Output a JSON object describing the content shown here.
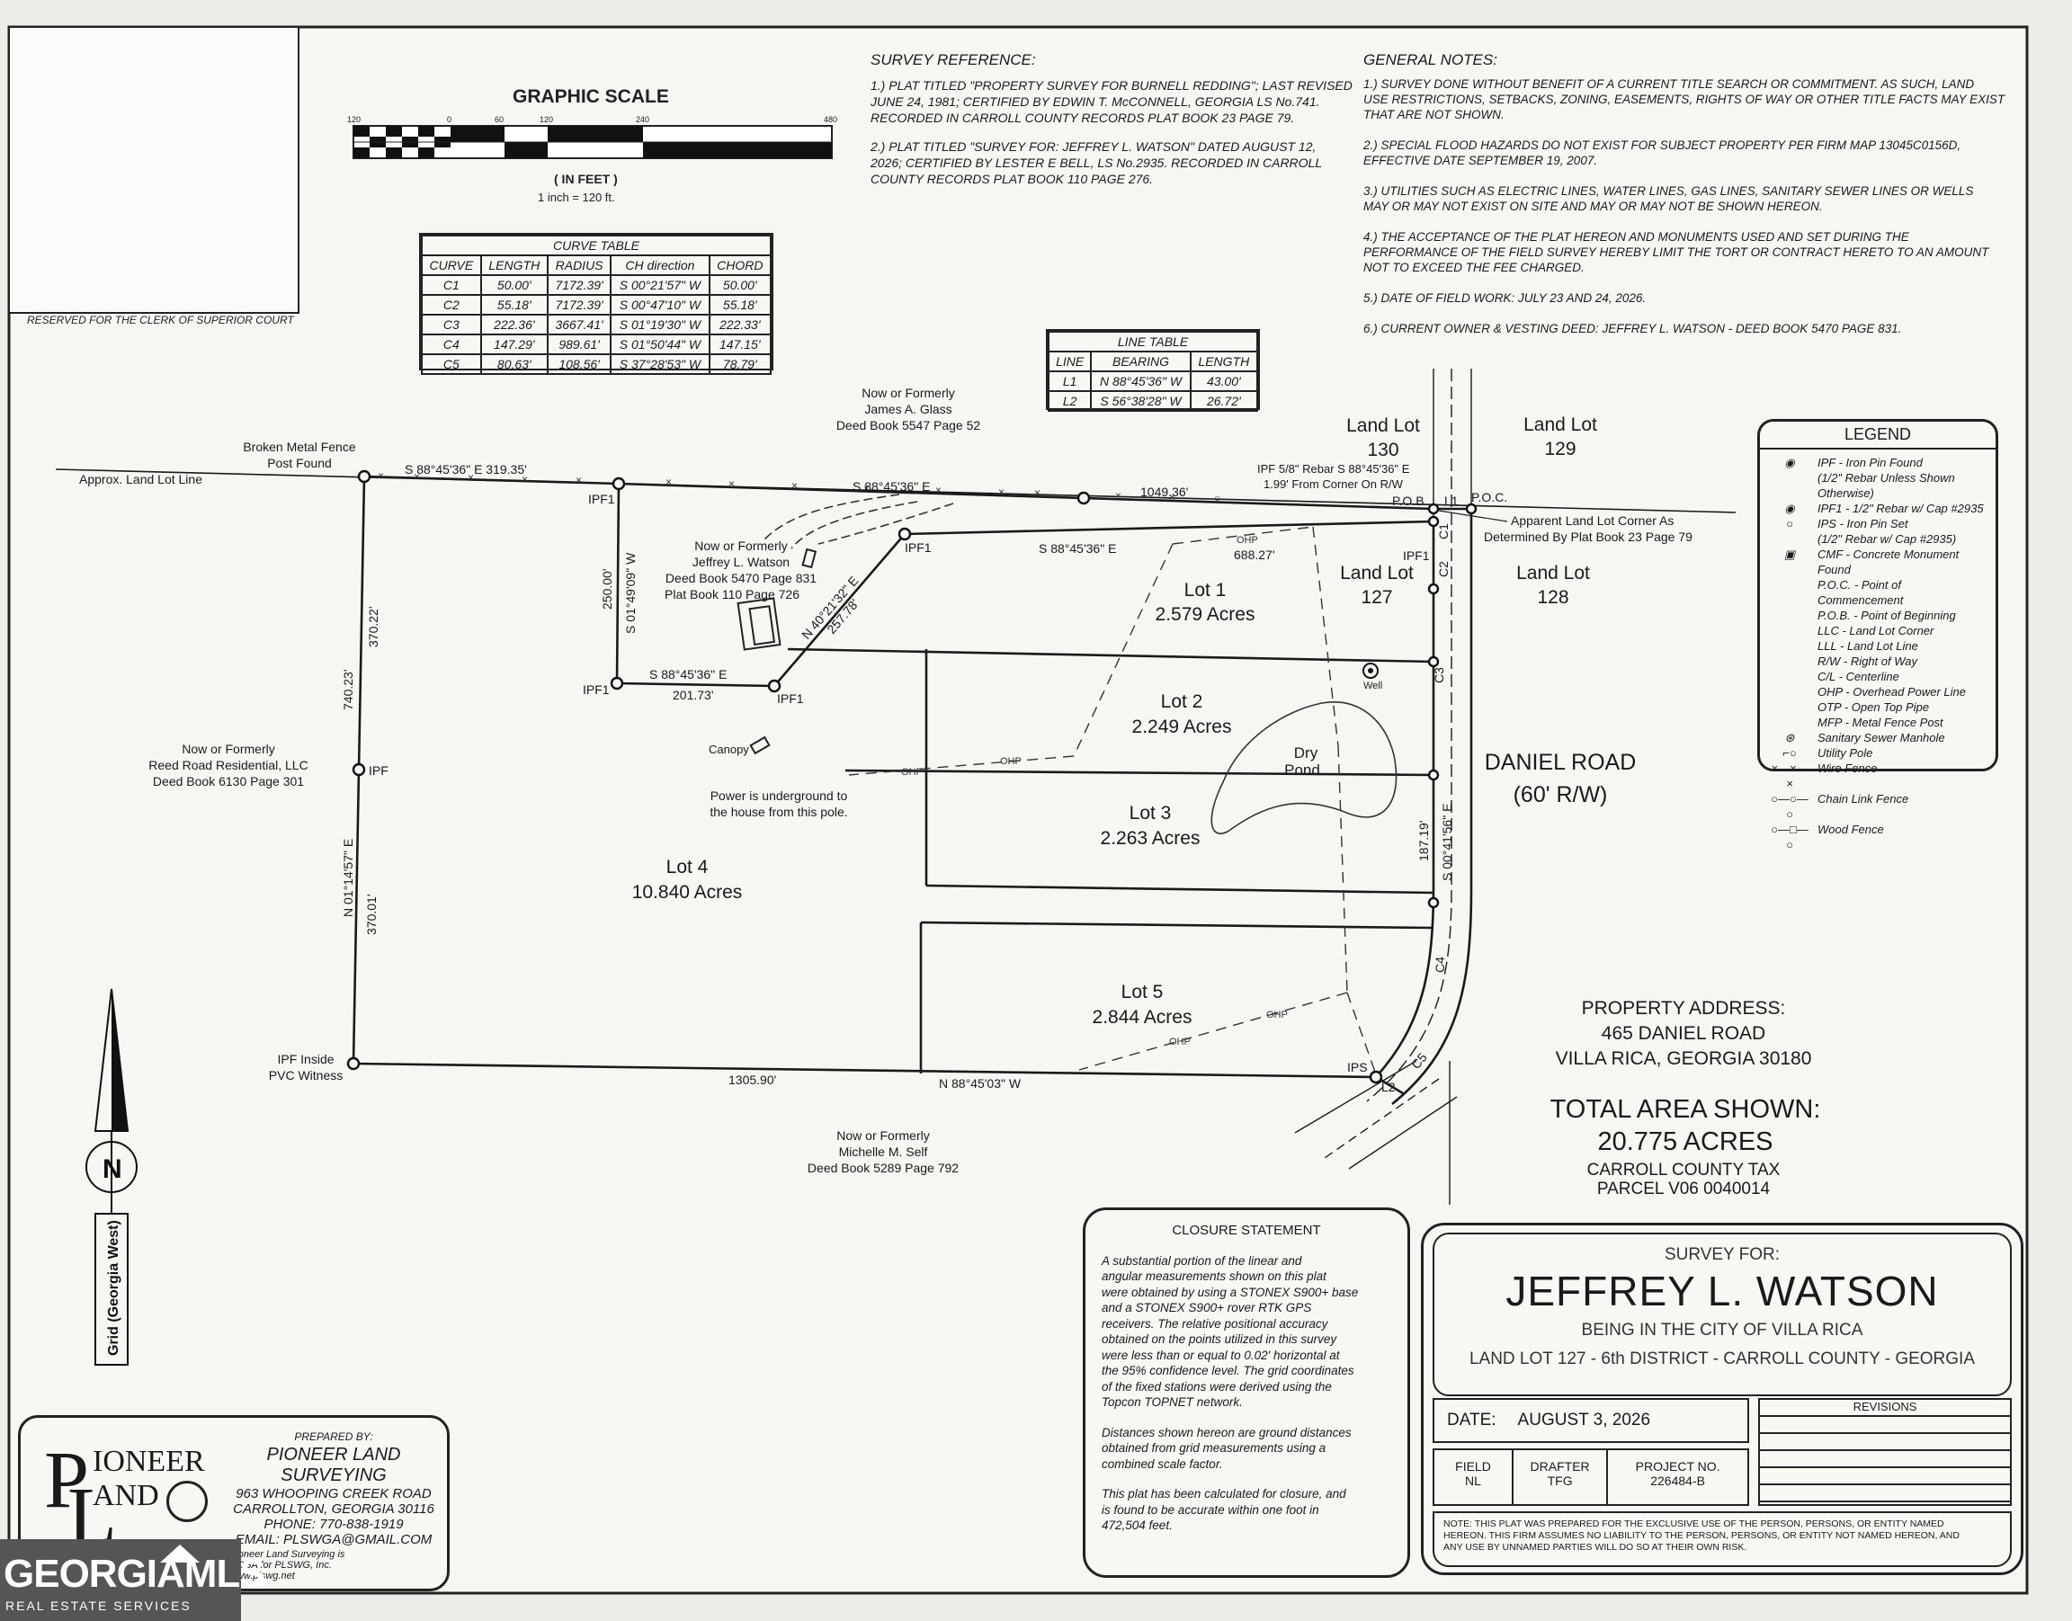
{
  "clerk_box": {
    "label": "RESERVED FOR THE CLERK OF SUPERIOR COURT"
  },
  "graphic_scale": {
    "title": "GRAPHIC SCALE",
    "ticks": [
      "120",
      "0",
      "60",
      "120",
      "240",
      "480"
    ],
    "units": "( IN FEET )",
    "ratio": "1 inch = 120 ft."
  },
  "curve_table": {
    "title": "CURVE TABLE",
    "headers": [
      "CURVE",
      "LENGTH",
      "RADIUS",
      "CH direction",
      "CHORD"
    ],
    "rows": [
      [
        "C1",
        "50.00'",
        "7172.39'",
        "S 00°21'57\" W",
        "50.00'"
      ],
      [
        "C2",
        "55.18'",
        "7172.39'",
        "S 00°47'10\" W",
        "55.18'"
      ],
      [
        "C3",
        "222.36'",
        "3667.41'",
        "S 01°19'30\" W",
        "222.33'"
      ],
      [
        "C4",
        "147.29'",
        "989.61'",
        "S 01°50'44\" W",
        "147.15'"
      ],
      [
        "C5",
        "80.63'",
        "108.56'",
        "S 37°28'53\" W",
        "78.79'"
      ]
    ]
  },
  "line_table": {
    "title": "LINE TABLE",
    "headers": [
      "LINE",
      "BEARING",
      "LENGTH"
    ],
    "rows": [
      [
        "L1",
        "N 88°45'36\" W",
        "43.00'"
      ],
      [
        "L2",
        "S 56°38'28\" W",
        "26.72'"
      ]
    ]
  },
  "survey_reference": {
    "title": "SURVEY REFERENCE:",
    "items": [
      [
        "1.) PLAT TITLED \"PROPERTY SURVEY FOR BURNELL REDDING\"; LAST REVISED",
        "JUNE 24, 1981; CERTIFIED BY EDWIN T. McCONNELL, GEORGIA LS No.741.",
        "RECORDED IN CARROLL COUNTY RECORDS PLAT BOOK 23 PAGE 79."
      ],
      [
        "2.) PLAT TITLED \"SURVEY FOR: JEFFREY L. WATSON\" DATED AUGUST 12,",
        "2026; CERTIFIED BY LESTER E BELL, LS No.2935. RECORDED IN CARROLL",
        "COUNTY RECORDS PLAT BOOK 110 PAGE 276."
      ]
    ]
  },
  "general_notes": {
    "title": "GENERAL NOTES:",
    "items": [
      [
        "1.) SURVEY DONE WITHOUT BENEFIT OF A CURRENT TITLE SEARCH OR COMMITMENT. AS SUCH, LAND",
        "USE RESTRICTIONS, SETBACKS, ZONING, EASEMENTS, RIGHTS OF WAY OR OTHER TITLE FACTS MAY EXIST",
        "THAT ARE NOT SHOWN."
      ],
      [
        "2.) SPECIAL FLOOD HAZARDS DO NOT EXIST FOR SUBJECT PROPERTY PER FIRM MAP 13045C0156D,",
        "EFFECTIVE DATE SEPTEMBER 19, 2007."
      ],
      [
        "3.) UTILITIES SUCH AS ELECTRIC LINES, WATER LINES, GAS LINES, SANITARY SEWER LINES OR WELLS",
        "MAY OR MAY NOT EXIST ON SITE AND MAY OR MAY NOT BE SHOWN HEREON."
      ],
      [
        "4.) THE ACCEPTANCE OF THE PLAT HEREON AND MONUMENTS USED AND SET DURING THE",
        "PERFORMANCE OF THE FIELD SURVEY HEREBY LIMIT THE TORT OR CONTRACT HERETO TO AN AMOUNT",
        "NOT TO EXCEED THE FEE CHARGED."
      ],
      [
        "5.) DATE OF FIELD WORK: JULY 23 AND 24, 2026."
      ],
      [
        "6.) CURRENT OWNER & VESTING DEED: JEFFREY L. WATSON - DEED BOOK 5470 PAGE 831."
      ]
    ]
  },
  "legend": {
    "title": "LEGEND",
    "items": [
      {
        "sym": "◉",
        "text": "IPF - Iron Pin Found"
      },
      {
        "sym": "",
        "text": "(1/2\" Rebar Unless Shown Otherwise)"
      },
      {
        "sym": "◉",
        "text": "IPF1 - 1/2\" Rebar w/ Cap #2935"
      },
      {
        "sym": "○",
        "text": "IPS - Iron Pin Set"
      },
      {
        "sym": "",
        "text": "(1/2\" Rebar w/ Cap #2935)"
      },
      {
        "sym": "▣",
        "text": "CMF - Concrete Monument Found"
      },
      {
        "sym": "",
        "text": "P.O.C. - Point of Commencement"
      },
      {
        "sym": "",
        "text": "P.O.B. - Point of Beginning"
      },
      {
        "sym": "",
        "text": "LLC - Land Lot Corner"
      },
      {
        "sym": "",
        "text": "LLL - Land Lot Line"
      },
      {
        "sym": "",
        "text": "R/W - Right of Way"
      },
      {
        "sym": "",
        "text": "C/L - Centerline"
      },
      {
        "sym": "",
        "text": "OHP - Overhead Power Line"
      },
      {
        "sym": "",
        "text": "OTP - Open Top Pipe"
      },
      {
        "sym": "",
        "text": "MFP - Metal Fence Post"
      },
      {
        "sym": "⊛",
        "text": "Sanitary Sewer Manhole"
      },
      {
        "sym": "⌐○",
        "text": "Utility Pole"
      },
      {
        "sym": "×—×—×",
        "text": "Wire Fence"
      },
      {
        "sym": "○—○—○",
        "text": "Chain Link Fence"
      },
      {
        "sym": "○—□—○",
        "text": "Wood Fence"
      }
    ]
  },
  "map": {
    "owner_glass": [
      "Now or Formerly",
      "James A. Glass",
      "Deed Book 5547 Page 52"
    ],
    "owner_watson": [
      "Now or Formerly",
      "Jeffrey L. Watson",
      "Deed Book 5470 Page 831",
      "Plat Book 110 Page 726"
    ],
    "owner_reed": [
      "Now or Formerly",
      "Reed Road Residential, LLC",
      "Deed Book 6130 Page 301"
    ],
    "owner_self": [
      "Now or Formerly",
      "Michelle M. Self",
      "Deed Book 5289 Page 792"
    ],
    "broken_fence": [
      "Broken Metal Fence",
      "Post Found"
    ],
    "approx_lll": "Approx. Land Lot Line",
    "ipf_pvc": [
      "IPF Inside",
      "PVC Witness"
    ],
    "ipf5_8": [
      "IPF 5/8\" Rebar S 88°45'36\" E",
      "1.99' From Corner On R/W"
    ],
    "apparent_corner": [
      "Apparent Land Lot Corner As",
      "Determined By Plat Book 23 Page 79"
    ],
    "land_lots": {
      "ll130": [
        "Land Lot",
        "130"
      ],
      "ll129": [
        "Land Lot",
        "129"
      ],
      "ll127": [
        "Land Lot",
        "127"
      ],
      "ll128": [
        "Land Lot",
        "128"
      ]
    },
    "road": [
      "DANIEL ROAD",
      "(60' R/W)"
    ],
    "lots": [
      {
        "name": "Lot 1",
        "acres": "2.579 Acres"
      },
      {
        "name": "Lot 2",
        "acres": "2.249 Acres"
      },
      {
        "name": "Lot 3",
        "acres": "2.263 Acres"
      },
      {
        "name": "Lot 4",
        "acres": "10.840 Acres"
      },
      {
        "name": "Lot 5",
        "acres": "2.844 Acres"
      }
    ],
    "canopy": "Canopy",
    "power_note": [
      "Power is underground to",
      "the house from this pole."
    ],
    "dry_pond": [
      "Dry",
      "Pond"
    ],
    "well": "Well",
    "labels": {
      "b1": "S 88°45'36\" E  319.35'",
      "b2": "S 88°45'36\" E",
      "b3": "1049.36'",
      "b4": "S 88°45'36\" E",
      "b5": "688.27'",
      "b6": "S 88°45'36\" E",
      "b7": "201.73'",
      "b8": "N 40°21'32\" E",
      "b9": "257.78'",
      "b10": "250.00'",
      "b11": "S 01°49'09\" W",
      "b12": "740.23'",
      "b13": "370.22'",
      "b14": "N 01°14'57\" E",
      "b15": "370.01'",
      "b16": "1305.90'",
      "b17": "N 88°45'03\" W",
      "b18": "187.19'",
      "b19": "S 00°41'56\" E",
      "ipf1": "IPF1",
      "ipf": "IPF",
      "ips": "IPS",
      "pob": "P.O.B.",
      "poc": "P.O.C.",
      "ohp": "OHP",
      "l1": "L1",
      "l2": "L2",
      "c1": "C1",
      "c2": "C2",
      "c3": "C3",
      "c4": "C4",
      "c5": "C5"
    }
  },
  "north_arrow": {
    "letter": "N",
    "grid": "Grid (Georgia West)"
  },
  "property": {
    "address_title": "PROPERTY ADDRESS:",
    "address_1": "465 DANIEL ROAD",
    "address_2": "VILLA RICA, GEORGIA 30180",
    "total_title": "TOTAL AREA SHOWN:",
    "total_value": "20.775 ACRES",
    "tax_1": "CARROLL COUNTY TAX",
    "tax_2": "PARCEL V06 0040014"
  },
  "closure": {
    "title": "CLOSURE STATEMENT",
    "para1": [
      "A substantial portion of the linear and",
      "angular measurements shown on this plat",
      "were obtained by using a STONEX S900+ base",
      "and a STONEX S900+ rover RTK GPS",
      "receivers. The relative positional accuracy",
      "obtained on the points utilized in this survey",
      "were less than or equal to 0.02' horizontal at",
      "the 95% confidence level. The grid coordinates",
      "of the fixed stations were derived using the",
      "Topcon TOPNET network."
    ],
    "para2": [
      "Distances shown hereon are ground distances",
      "obtained from grid measurements using a",
      "combined scale factor."
    ],
    "para3": [
      "This plat has been calculated for closure, and",
      "is found to be accurate within one foot in",
      "472,504 feet."
    ]
  },
  "title_block": {
    "survey_for": "SURVEY FOR:",
    "name": "JEFFREY L. WATSON",
    "line1": "BEING IN THE CITY OF VILLA RICA",
    "line2": "LAND LOT 127 - 6th DISTRICT - CARROLL COUNTY - GEORGIA",
    "date_label": "DATE:",
    "date_value": "AUGUST 3, 2026",
    "revisions": "REVISIONS",
    "field_label": "FIELD",
    "field_value": "NL",
    "drafter_label": "DRAFTER",
    "drafter_value": "TFG",
    "project_label": "PROJECT NO.",
    "project_value": "226484-B",
    "note": [
      "NOTE: THIS PLAT WAS PREPARED FOR THE EXCLUSIVE USE OF THE PERSON, PERSONS, OR ENTITY NAMED",
      "HEREON. THIS FIRM ASSUMES NO LIABILITY TO THE PERSON, PERSONS, OR ENTITY NOT NAMED HEREON, AND",
      "ANY USE BY UNNAMED PARTIES WILL DO SO AT THEIR OWN RISK."
    ]
  },
  "surveyor": {
    "logo_1": "IONEER",
    "logo_2": "AND",
    "logo_p": "P",
    "logo_l": "L",
    "prepared_by": "PREPARED BY:",
    "name": "PIONEER LAND SURVEYING",
    "address_1": "963 WHOOPING CREEK ROAD",
    "address_2": "CARROLLTON, GEORGIA 30116",
    "phone": "PHONE: 770-838-1919",
    "email": "EMAIL: PLSWGA@GMAIL.COM",
    "dba_1": "Pioneer Land Surveying is",
    "dba_2": "a DBA for PLSWG, Inc.",
    "web": "www.plswg.net"
  },
  "watermark": {
    "main": "GEORGIAMLS",
    "sub": "REAL ESTATE SERVICES"
  }
}
